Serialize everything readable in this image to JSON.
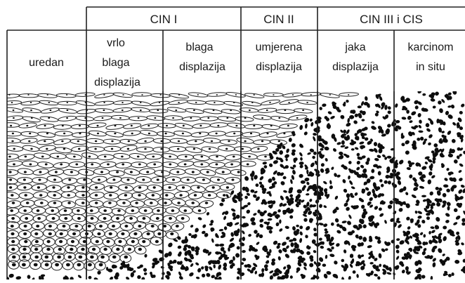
{
  "groups": [
    {
      "label": "CIN I"
    },
    {
      "label": "CIN II"
    },
    {
      "label": "CIN III i CIS"
    }
  ],
  "columns": [
    {
      "lines": [
        "uredan"
      ]
    },
    {
      "lines": [
        "vrlo",
        "blaga",
        "displazija"
      ]
    },
    {
      "lines": [
        "blaga",
        "displazija"
      ]
    },
    {
      "lines": [
        "umjerena",
        "displazija"
      ]
    },
    {
      "lines": [
        "jaka",
        "displazija"
      ]
    },
    {
      "lines": [
        "karcinom",
        "in situ"
      ]
    }
  ]
}
